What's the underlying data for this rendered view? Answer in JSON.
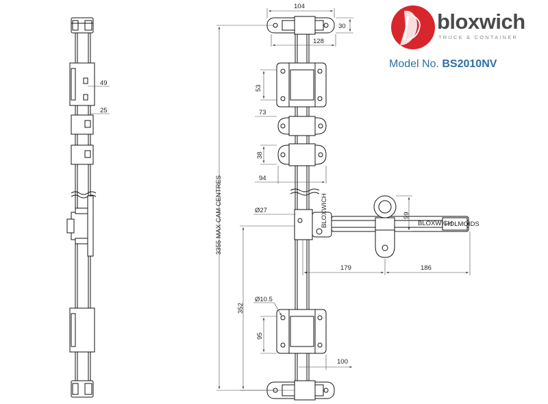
{
  "brand": {
    "name": "bloxwich",
    "tagline": "TRUCK & CONTAINER",
    "logo_color": "#d7262c",
    "text_color": "#4a4a4a"
  },
  "model": {
    "label": "Model No.",
    "code": "BS2010NV",
    "color": "#2e6fa3"
  },
  "dimensions": {
    "top_cam_width": "104",
    "top_cam_height": "30",
    "top_cam_overall": "128",
    "side_49": "49",
    "side_25": "25",
    "bracket_height": "53",
    "guide_width": "73",
    "guide_height": "38",
    "guide_overall": "94",
    "tube_diameter": "Ø27",
    "max_cam_centres": "3355 MAX CAM CENTRES",
    "handle_offset": "179",
    "handle_length": "186",
    "handle_height": "99",
    "lower_height": "352",
    "hole_diameter": "Ø10.5",
    "lower_bracket_height": "95",
    "lower_bracket_width": "100"
  },
  "stamps": {
    "hub_text": "BLOXWICH",
    "handle_text": "BLOXWICH",
    "handle_tip_text": "HOLMOIDS"
  }
}
